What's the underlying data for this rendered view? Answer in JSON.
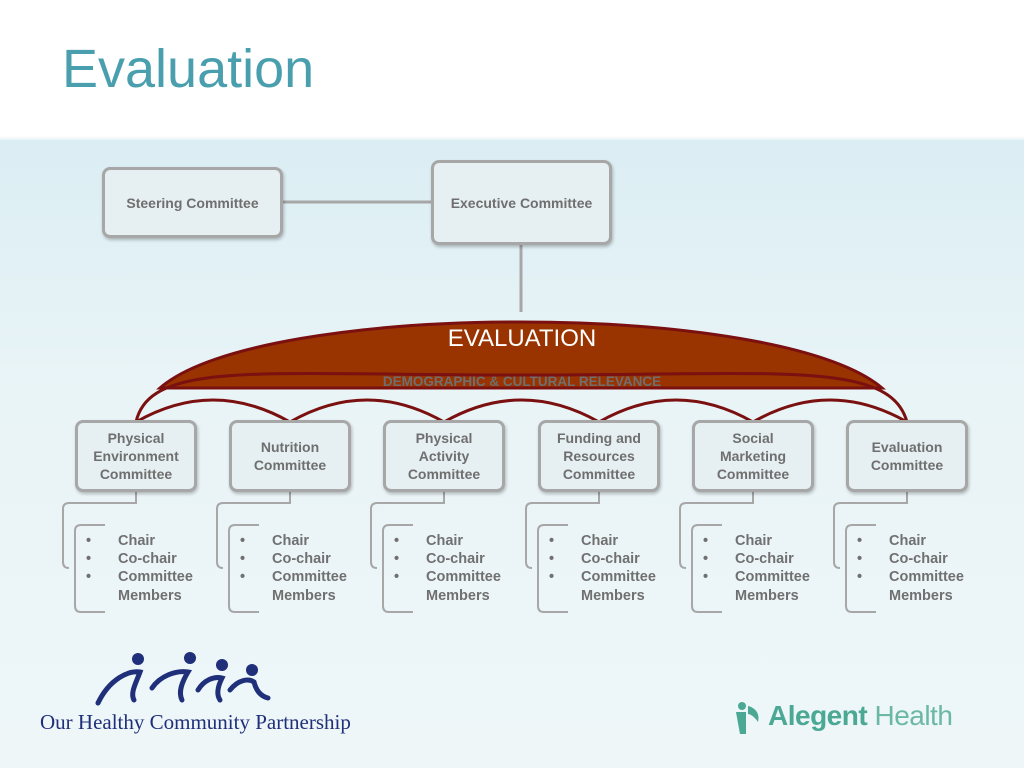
{
  "title": "Evaluation",
  "top_boxes": {
    "steering": "Steering Committee",
    "executive": "Executive Committee"
  },
  "evaluation_banner": {
    "label": "EVALUATION",
    "subtitle": "DEMOGRAPHIC & CULTURAL RELEVANCE"
  },
  "committees": [
    {
      "name": "Physical Environment Committee",
      "members": [
        "Chair",
        "Co-chair",
        "Committee Members"
      ]
    },
    {
      "name": "Nutrition Committee",
      "members": [
        "Chair",
        "Co-chair",
        "Committee Members"
      ]
    },
    {
      "name": "Physical Activity Committee",
      "members": [
        "Chair",
        "Co-chair",
        "Committee Members"
      ]
    },
    {
      "name": "Funding and Resources Committee",
      "members": [
        "Chair",
        "Co-chair",
        "Committee Members"
      ]
    },
    {
      "name": "Social Marketing Committee",
      "members": [
        "Chair",
        "Co-chair",
        "Committee Members"
      ]
    },
    {
      "name": "Evaluation Committee",
      "members": [
        "Chair",
        "Co-chair",
        "Committee Members"
      ]
    }
  ],
  "bullet": "•",
  "logos": {
    "left": "Our Healthy Community Partnership",
    "right_brand": "Alegent",
    "right_health": "Health"
  },
  "colors": {
    "title": "#4a9fae",
    "banner_fill": "#993300",
    "banner_stroke": "#7a1010",
    "box_border": "#a7a7a7",
    "text_gray": "#6f6f6f",
    "logo_left": "#1f2f7a",
    "logo_right": "#4aa895"
  }
}
